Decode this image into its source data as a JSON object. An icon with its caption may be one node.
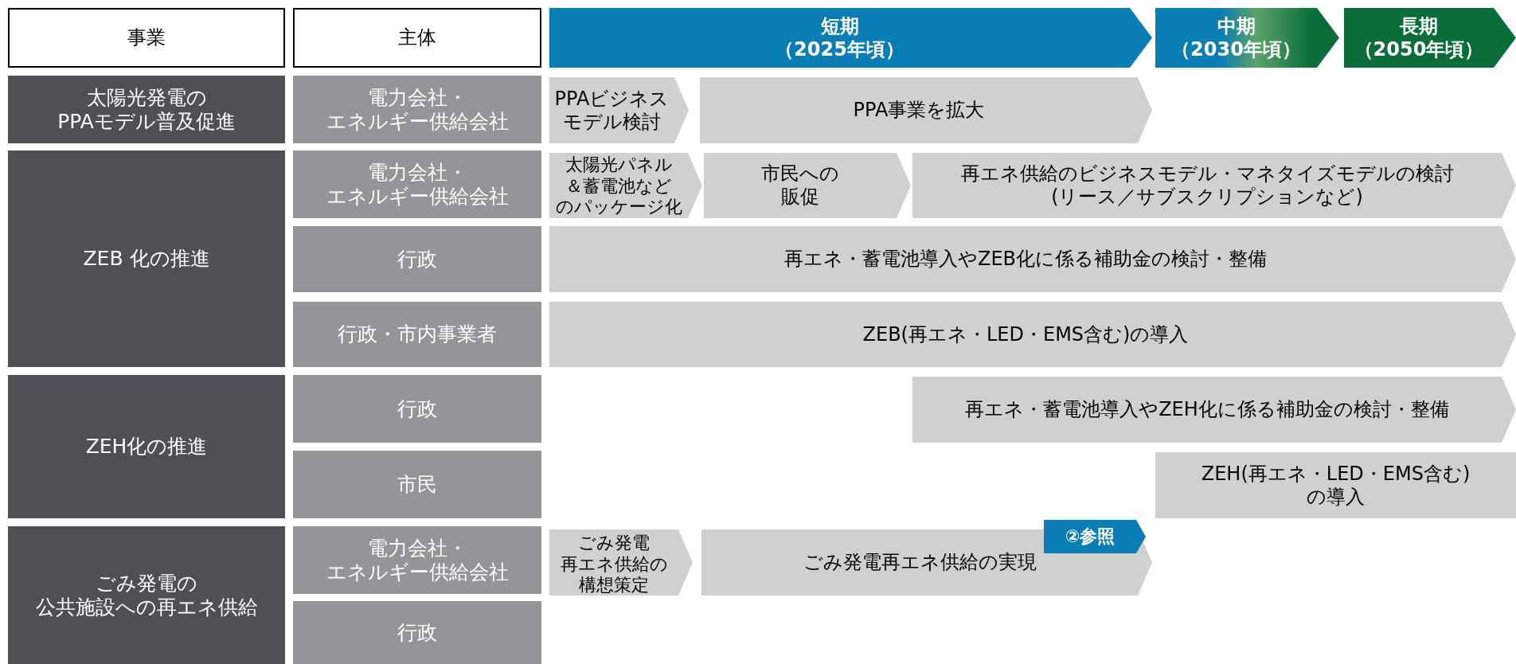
{
  "diagram": {
    "nodes": [
      {
        "text": [
          "事業"
        ]
      },
      {
        "text": [
          "主体"
        ]
      },
      {
        "text": [
          "短期",
          "（2025年頃）"
        ]
      },
      {
        "text": [
          "中期",
          "（2030年頃）"
        ]
      },
      {
        "text": [
          "長期",
          "（2050年頃）"
        ]
      },
      {
        "text": [
          "太陽光発電のPPAモデル普及促進"
        ]
      },
      {
        "text": [
          "電力会社・エネルギー供給会社"
        ]
      },
      {
        "text": [
          "PPAビジネスモデル検討"
        ]
      },
      {
        "text": [
          "PPA事業を拡大"
        ]
      },
      {
        "text": [
          "ZEB 化の推進"
        ]
      },
      {
        "text": [
          "電力会社・エネルギー供給会社"
        ]
      },
      {
        "text": [
          "太陽光パネル＆蓄電池などのパッケージ化"
        ]
      },
      {
        "text": [
          "市民への販促"
        ]
      },
      {
        "text": [
          "再エネ供給のビジネスモデル・マネタイズモデルの検討(リース／サブスクリプションなど)"
        ]
      },
      {
        "text": [
          "行政"
        ]
      },
      {
        "text": [
          "再エネ・蓄電池導入やZEB化に係る補助金の検討・整備"
        ]
      },
      {
        "text": [
          "行政・市内事業者"
        ]
      },
      {
        "text": [
          "ZEB(再エネ・LED・EMS含む)の導入"
        ]
      },
      {
        "text": [
          "ZEH化の推進"
        ]
      },
      {
        "text": [
          "行政"
        ]
      },
      {
        "text": [
          "再エネ・蓄電池導入やZEH化に係る補助金の検討・整備"
        ]
      },
      {
        "text": [
          "市民"
        ]
      },
      {
        "text": [
          "ZEH(再エネ・LED・EMS含む)の導入"
        ]
      },
      {
        "text": [
          "ごみ発電の公共施設への再エネ供給"
        ]
      },
      {
        "text": [
          "電力会社・エネルギー供給会社"
        ]
      },
      {
        "text": [
          "ごみ発電再エネ供給の構想策定"
        ]
      },
      {
        "text": [
          "ごみ発電再エネ供給の実現"
        ]
      },
      {
        "text": [
          "②参照"
        ]
      },
      {
        "text": [
          "行政"
        ]
      }
    ]
  }
}
